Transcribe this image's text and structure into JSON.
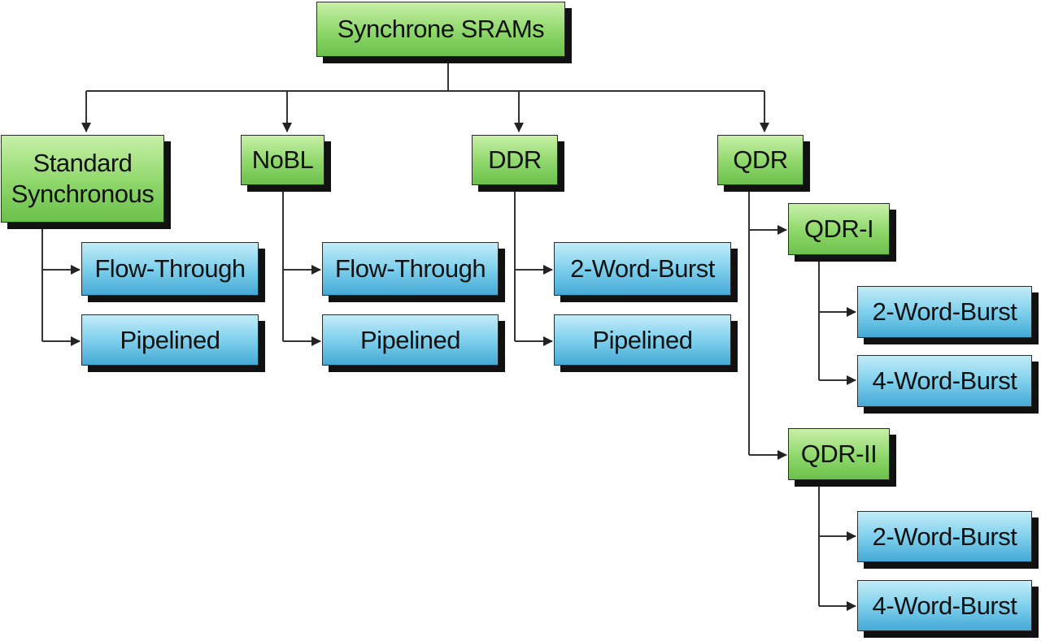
{
  "root": {
    "label": "Synchrone SRAMs"
  },
  "categories": [
    {
      "label_line1": "Standard",
      "label_line2": "Synchronous"
    },
    {
      "label": "NoBL"
    },
    {
      "label": "DDR"
    },
    {
      "label": "QDR"
    }
  ],
  "standard_children": [
    "Flow-Through",
    "Pipelined"
  ],
  "nobl_children": [
    "Flow-Through",
    "Pipelined"
  ],
  "ddr_children": [
    "2-Word-Burst",
    "Pipelined"
  ],
  "qdr_children": [
    {
      "label": "QDR-I",
      "children": [
        "2-Word-Burst",
        "4-Word-Burst"
      ]
    },
    {
      "label": "QDR-II",
      "children": [
        "2-Word-Burst",
        "4-Word-Burst"
      ]
    }
  ],
  "colors": {
    "category_fill": "#8ed76a",
    "leaf_fill": "#7fd0ec",
    "line": "#333333",
    "shadow": "#111111"
  }
}
